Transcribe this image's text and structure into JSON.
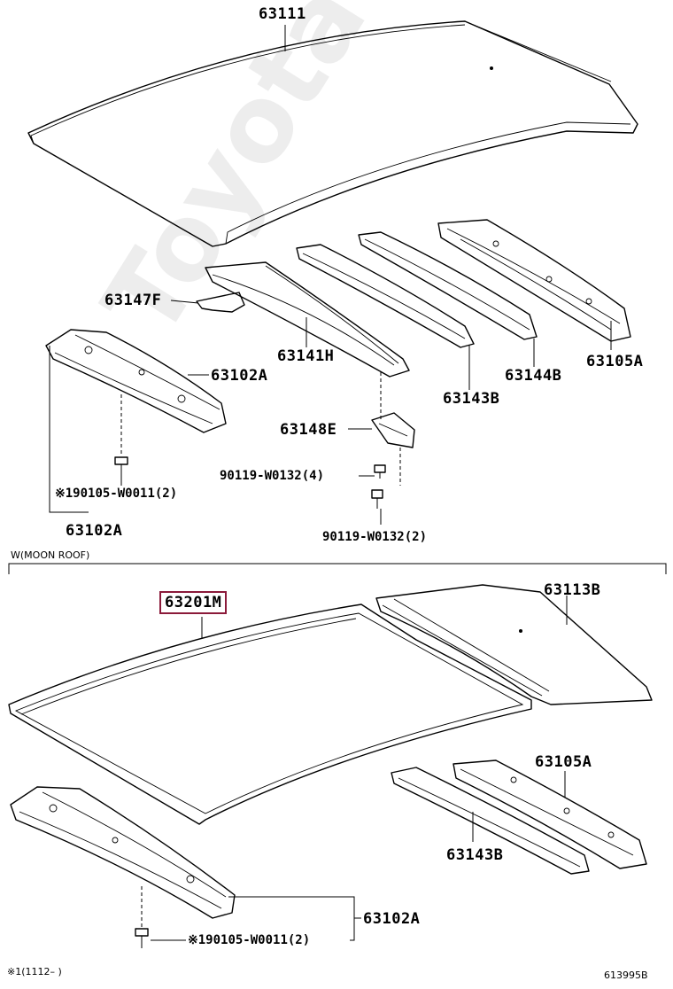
{
  "labels": {
    "p63111": "63111",
    "p63147f": "63147F",
    "p63141h": "63141H",
    "p63143b_top": "63143B",
    "p63144b": "63144B",
    "p63105a_top": "63105A",
    "p63102a_mid": "63102A",
    "p63148e": "63148E",
    "bolt_4": "90119-W0132(4)",
    "bolt_2": "90119-W0132(2)",
    "screw_top": "※190105-W0011(2)",
    "p63102a_top": "63102A",
    "moon_roof": "W(MOON ROOF)",
    "p63201m": "63201M",
    "p63113b": "63113B",
    "p63105a_bot": "63105A",
    "p63143b_bot": "63143B",
    "p63102a_bot": "63102A",
    "screw_bot": "※190105-W0011(2)",
    "footnote": "※1(1112–    )",
    "fig_code": "613995B"
  },
  "watermark": "ToyotaCarMine.ru",
  "colors": {
    "highlight": "#8b1a3a"
  }
}
